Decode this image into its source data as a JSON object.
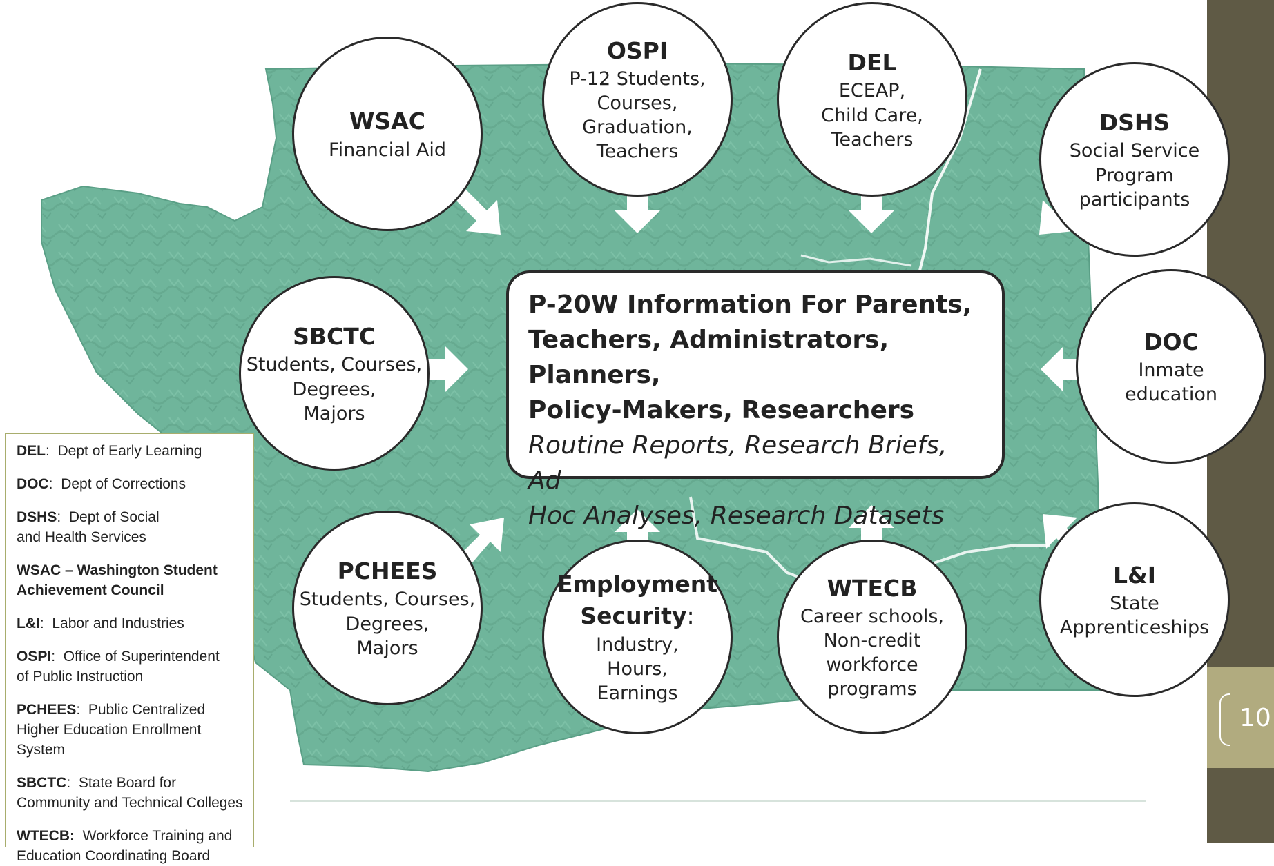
{
  "page_number": "10",
  "center": {
    "heading_lines": [
      "P-20W Information For Parents,",
      "Teachers, Administrators, Planners,",
      "Policy-Makers, Researchers"
    ],
    "sub_lines": [
      "Routine Reports, Research Briefs, Ad",
      "Hoc Analyses, Research Datasets"
    ]
  },
  "agencies": [
    {
      "name": "WSAC",
      "desc": [
        "Financial Aid"
      ]
    },
    {
      "name": "OSPI",
      "desc": [
        "P-12 Students,",
        "Courses,",
        "Graduation,",
        "Teachers"
      ]
    },
    {
      "name": "DEL",
      "desc": [
        "ECEAP,",
        "Child Care,",
        "Teachers"
      ]
    },
    {
      "name": "DSHS",
      "desc": [
        "Social Service",
        "Program",
        "participants"
      ]
    },
    {
      "name": "SBCTC",
      "desc": [
        "Students, Courses,",
        "Degrees,",
        "Majors"
      ]
    },
    {
      "name": "DOC",
      "desc": [
        "Inmate",
        "education"
      ]
    },
    {
      "name": "PCHEES",
      "desc": [
        "Students, Courses,",
        "Degrees,",
        "Majors"
      ]
    },
    {
      "name": "Employment Security",
      "name_lines": [
        "Employment",
        "Security"
      ],
      "name_suffix": ":",
      "desc": [
        "Industry,",
        "Hours,",
        "Earnings"
      ]
    },
    {
      "name": "WTECB",
      "desc": [
        "Career schools,",
        "Non-credit",
        "workforce",
        "programs"
      ]
    },
    {
      "name": "L&I",
      "desc": [
        "State",
        "Apprenticeships"
      ]
    }
  ],
  "legend": [
    {
      "abbr": "DEL",
      "sep": ":",
      "lines": [
        "Dept of Early Learning"
      ]
    },
    {
      "abbr": "DOC",
      "sep": ":",
      "lines": [
        "Dept of Corrections"
      ]
    },
    {
      "abbr": "DSHS",
      "sep": ":",
      "lines": [
        "Dept of Social",
        "and Health Services"
      ]
    },
    {
      "abbr": "WSAC – Washington Student Achievement Council",
      "sep": "",
      "lines": []
    },
    {
      "abbr": "L&I",
      "sep": ":",
      "lines": [
        "Labor and Industries"
      ]
    },
    {
      "abbr": "OSPI",
      "sep": ":",
      "lines": [
        "Office of  Superintendent",
        "of Public Instruction"
      ]
    },
    {
      "abbr": "PCHEES",
      "sep": ":",
      "lines": [
        "Public Centralized",
        "Higher Education Enrollment System"
      ]
    },
    {
      "abbr": "SBCTC",
      "sep": ":",
      "lines": [
        "State Board for",
        "Community and Technical Colleges"
      ]
    },
    {
      "abbr": "WTECB:",
      "sep": "",
      "lines": [
        "Workforce Training and",
        "Education Coordinating Board"
      ]
    }
  ],
  "colors": {
    "map_fill": "#6fb59b",
    "map_shadow": "#5a9f86",
    "sidebar": "#5f5a45",
    "page_tab": "#b1ab7f",
    "circle_border": "#2a2a2a",
    "arrow": "#ffffff"
  }
}
